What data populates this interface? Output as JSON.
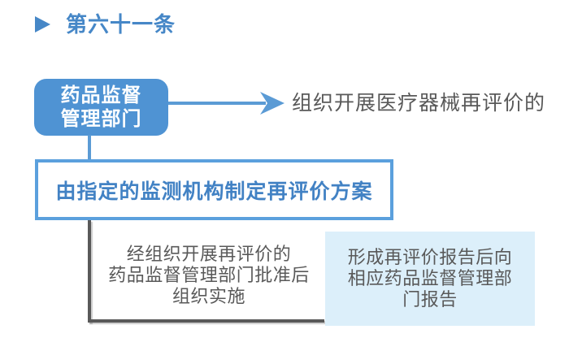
{
  "title": {
    "marker_icon": "play-triangle-icon",
    "text": "第六十一条"
  },
  "colors": {
    "title_blue": "#4687c7",
    "box_blue": "#4f93d3",
    "line_blue": "#5b9bd5",
    "border_blue": "#5ba0dd",
    "text_blue": "#4282c4",
    "pale_blue": "#dceffa",
    "gray": "#595959"
  },
  "flowchart": {
    "authority_box": {
      "line1": "药品监督",
      "line2": "管理部门"
    },
    "arrow_text": "组织开展医疗器械再评价的",
    "plan_box": "由指定的监测机构制定再评价方案",
    "implement_note": {
      "line1": "经组织开展再评价的",
      "line2": "药品监督管理部门批准后",
      "line3": "组织实施"
    },
    "report_box": {
      "line1": "形成再评价报告后向",
      "line2": "相应药品监督管理部",
      "line3": "门报告"
    }
  }
}
